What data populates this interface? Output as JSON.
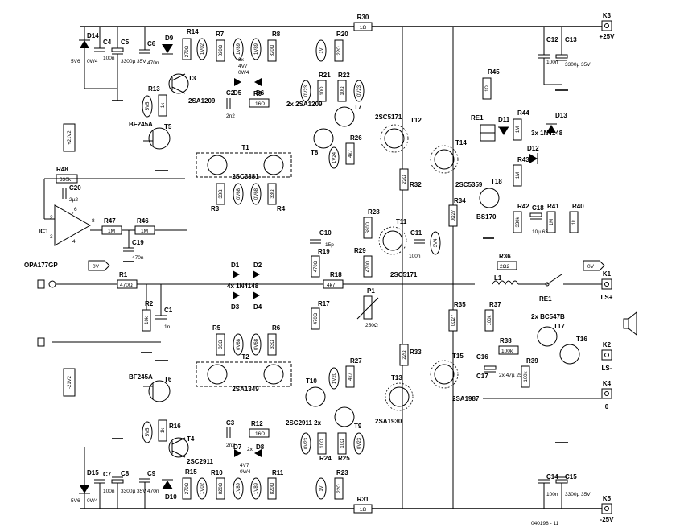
{
  "connectors": {
    "k3": {
      "ref": "K3",
      "value": "+25V"
    },
    "k5": {
      "ref": "K5",
      "value": "-25V"
    },
    "k1": {
      "ref": "K1",
      "value": "LS+"
    },
    "k2": {
      "ref": "K2",
      "value": "LS-"
    },
    "k4": {
      "ref": "K4",
      "value": "0"
    },
    "ov_in": "0V",
    "ov_out": "0V"
  },
  "rails": {
    "pos": "+21V2",
    "neg": "-21V2"
  },
  "opamp": {
    "ref": "IC1",
    "part": "OPA177GP",
    "pins": [
      "2",
      "3",
      "4",
      "6",
      "7",
      "8"
    ]
  },
  "transistors": {
    "t1": {
      "ref": "T1",
      "part": "2SC3381"
    },
    "t2": {
      "ref": "T2",
      "part": "2SA1349"
    },
    "t3": {
      "ref": "T3",
      "part": "2SA1209"
    },
    "t4": {
      "ref": "T4",
      "part": "2SC2911"
    },
    "t5": {
      "ref": "T5",
      "part": "BF245A"
    },
    "t6": {
      "ref": "T6",
      "part": "BF245A"
    },
    "t7": "T7",
    "t8": "T8",
    "t7t8_part": "2x 2SA1209",
    "t9": "T9",
    "t10": "T10",
    "t9t10_part": "2SC2911 2x",
    "t11": {
      "ref": "T11",
      "part": "2SC5171"
    },
    "t12": {
      "ref": "T12",
      "part": "2SC5171"
    },
    "t13": {
      "ref": "T13",
      "part": "2SA1930"
    },
    "t14": {
      "ref": "T14",
      "part": "2SC5359"
    },
    "t15": {
      "ref": "T15",
      "part": "2SA1987"
    },
    "t16": "T16",
    "t17": "T17",
    "t16t17_part": "2x BC547B",
    "t18": {
      "ref": "T18",
      "part": "BS170"
    }
  },
  "resistors": {
    "r1": [
      "R1",
      "470Ω"
    ],
    "r2": [
      "R2",
      "10k"
    ],
    "r3": [
      "R3",
      "33Ω"
    ],
    "r4": [
      "R4",
      "33Ω"
    ],
    "r5": [
      "R5",
      "33Ω"
    ],
    "r6": [
      "R6",
      "33Ω"
    ],
    "r7": [
      "R7",
      "820Ω"
    ],
    "r8": [
      "R8",
      "820Ω"
    ],
    "r9": [
      "R9",
      "16Ω"
    ],
    "r10": [
      "R10",
      "820Ω"
    ],
    "r11": [
      "R11",
      "820Ω"
    ],
    "r12": [
      "R12",
      "16Ω"
    ],
    "r13": [
      "R13",
      "1k"
    ],
    "r14": [
      "R14",
      "270Ω"
    ],
    "r15": [
      "R15",
      "270Ω"
    ],
    "r16": [
      "R16",
      "1k"
    ],
    "r17": [
      "R17",
      "470Ω"
    ],
    "r18": [
      "R18",
      "4k7"
    ],
    "r19": [
      "R19",
      "470Ω"
    ],
    "r20": [
      "R20",
      "22Ω"
    ],
    "r21": [
      "R21",
      "10Ω"
    ],
    "r22": [
      "R22",
      "10Ω"
    ],
    "r23": [
      "R23",
      "22Ω"
    ],
    "r24": [
      "R24",
      "10Ω"
    ],
    "r25": [
      "R25",
      "10Ω"
    ],
    "r26": [
      "R26",
      "4k7"
    ],
    "r27": [
      "R27",
      "4k7"
    ],
    "r28": [
      "R28",
      "680Ω"
    ],
    "r29": [
      "R29",
      "470Ω"
    ],
    "r30": [
      "R30",
      "1Ω"
    ],
    "r31": [
      "R31",
      "1Ω"
    ],
    "r32": [
      "R32",
      "22Ω"
    ],
    "r33": [
      "R33",
      "22Ω"
    ],
    "r34": [
      "R34",
      "0Ω27"
    ],
    "r35": [
      "R35",
      "0Ω27"
    ],
    "r36": [
      "R36",
      "2Ω2"
    ],
    "r37": [
      "R37",
      "100k"
    ],
    "r38": [
      "R38",
      "100k"
    ],
    "r39": [
      "R39",
      "100k"
    ],
    "r40": [
      "R40",
      "1k"
    ],
    "r41": [
      "R41",
      "1M"
    ],
    "r42": [
      "R42",
      "330k"
    ],
    "r43": [
      "R43",
      "1M"
    ],
    "r44": [
      "R44",
      "1M"
    ],
    "r45": [
      "R45",
      "1Ω"
    ],
    "r46": [
      "R46",
      "1M"
    ],
    "r47": [
      "R47",
      "1M"
    ],
    "r48": [
      "R48",
      "330k"
    ]
  },
  "capacitors": {
    "c1": [
      "C1",
      "1n"
    ],
    "c2": [
      "C2",
      "2n2"
    ],
    "c3": [
      "C3",
      "2n2"
    ],
    "c4": [
      "C4",
      "100n"
    ],
    "c5": [
      "C5",
      "3300µ 35V"
    ],
    "c6": [
      "C6",
      "470n"
    ],
    "c7": [
      "C7",
      "100n"
    ],
    "c8": [
      "C8",
      "3300µ 35V"
    ],
    "c9": [
      "C9",
      "470n"
    ],
    "c10": [
      "C10",
      "15p"
    ],
    "c11": [
      "C11",
      "100n"
    ],
    "c12": [
      "C12",
      "100n"
    ],
    "c13": [
      "C13",
      "3300µ 35V"
    ],
    "c14": [
      "C14",
      "100n"
    ],
    "c15": [
      "C15",
      "3300µ 35V"
    ],
    "c16": "C16",
    "c17": "C17",
    "c16c17_value": "2x 47µ 25V",
    "c18": [
      "C18",
      "10µ 63V"
    ],
    "c19": [
      "C19",
      "470n"
    ],
    "c20": [
      "C20",
      "2µ2"
    ]
  },
  "diodes": {
    "d14": [
      "D14",
      "5V6",
      "0W4"
    ],
    "d15": [
      "D15",
      "5V6",
      "0W4"
    ],
    "d5d6": [
      "D5",
      "D6",
      "2x",
      "4V7",
      "0W4"
    ],
    "d7d8": [
      "D7",
      "D8",
      "2x",
      "4V7",
      "0W4"
    ],
    "d1d4": [
      "D1",
      "D2",
      "D3",
      "D4",
      "4x 1N4148"
    ],
    "d9": "D9",
    "d10": "D10",
    "d11": "D11",
    "d12": "D12",
    "d13": "D13",
    "d11d13_part": "3x 1N4148"
  },
  "misc": {
    "relay": "RE1",
    "relay_contact": "RE1",
    "pot": [
      "P1",
      "250Ω"
    ],
    "inductor": "L1",
    "volt_labels": [
      "1V02",
      "1V02",
      "0V68",
      "0V68",
      "0V68",
      "0V68",
      "1V",
      "1V",
      "0V23",
      "0V23",
      "0V23",
      "0V23",
      "1V24",
      "1V20",
      "3V4",
      "5V5",
      "5V5",
      "1V89",
      "1V89",
      "1V89",
      "1V89"
    ],
    "drawing_code": "040198 - 11"
  }
}
